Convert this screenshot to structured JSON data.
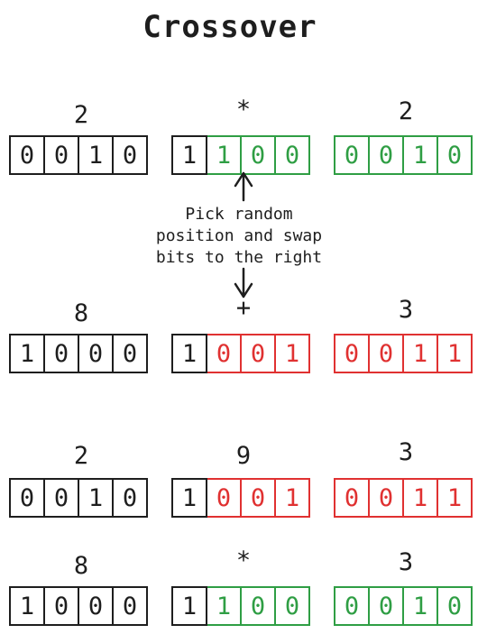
{
  "title": "Crossover",
  "note": "Pick random\nposition and swap\nbits to the right",
  "colors": {
    "black": "#1e1e1e",
    "green": "#2f9e44",
    "red": "#e03131"
  },
  "rows": [
    {
      "genes": [
        {
          "label": "2",
          "bits": [
            [
              "0",
              "black"
            ],
            [
              "0",
              "black"
            ],
            [
              "1",
              "black"
            ],
            [
              "0",
              "black"
            ]
          ]
        },
        {
          "label": "*",
          "bits": [
            [
              "1",
              "black"
            ],
            [
              "1",
              "green"
            ],
            [
              "0",
              "green"
            ],
            [
              "0",
              "green"
            ]
          ]
        },
        {
          "label": "2",
          "bits": [
            [
              "0",
              "green"
            ],
            [
              "0",
              "green"
            ],
            [
              "1",
              "green"
            ],
            [
              "0",
              "green"
            ]
          ]
        }
      ]
    },
    {
      "genes": [
        {
          "label": "8",
          "bits": [
            [
              "1",
              "black"
            ],
            [
              "0",
              "black"
            ],
            [
              "0",
              "black"
            ],
            [
              "0",
              "black"
            ]
          ]
        },
        {
          "label": "+",
          "bits": [
            [
              "1",
              "black"
            ],
            [
              "0",
              "red"
            ],
            [
              "0",
              "red"
            ],
            [
              "1",
              "red"
            ]
          ]
        },
        {
          "label": "3",
          "bits": [
            [
              "0",
              "red"
            ],
            [
              "0",
              "red"
            ],
            [
              "1",
              "red"
            ],
            [
              "1",
              "red"
            ]
          ]
        }
      ]
    },
    {
      "genes": [
        {
          "label": "2",
          "bits": [
            [
              "0",
              "black"
            ],
            [
              "0",
              "black"
            ],
            [
              "1",
              "black"
            ],
            [
              "0",
              "black"
            ]
          ]
        },
        {
          "label": "9",
          "bits": [
            [
              "1",
              "black"
            ],
            [
              "0",
              "red"
            ],
            [
              "0",
              "red"
            ],
            [
              "1",
              "red"
            ]
          ]
        },
        {
          "label": "3",
          "bits": [
            [
              "0",
              "red"
            ],
            [
              "0",
              "red"
            ],
            [
              "1",
              "red"
            ],
            [
              "1",
              "red"
            ]
          ]
        }
      ]
    },
    {
      "genes": [
        {
          "label": "8",
          "bits": [
            [
              "1",
              "black"
            ],
            [
              "0",
              "black"
            ],
            [
              "0",
              "black"
            ],
            [
              "0",
              "black"
            ]
          ]
        },
        {
          "label": "*",
          "bits": [
            [
              "1",
              "black"
            ],
            [
              "1",
              "green"
            ],
            [
              "0",
              "green"
            ],
            [
              "0",
              "green"
            ]
          ]
        },
        {
          "label": "3",
          "bits": [
            [
              "0",
              "green"
            ],
            [
              "0",
              "green"
            ],
            [
              "1",
              "green"
            ],
            [
              "0",
              "green"
            ]
          ]
        }
      ]
    }
  ]
}
